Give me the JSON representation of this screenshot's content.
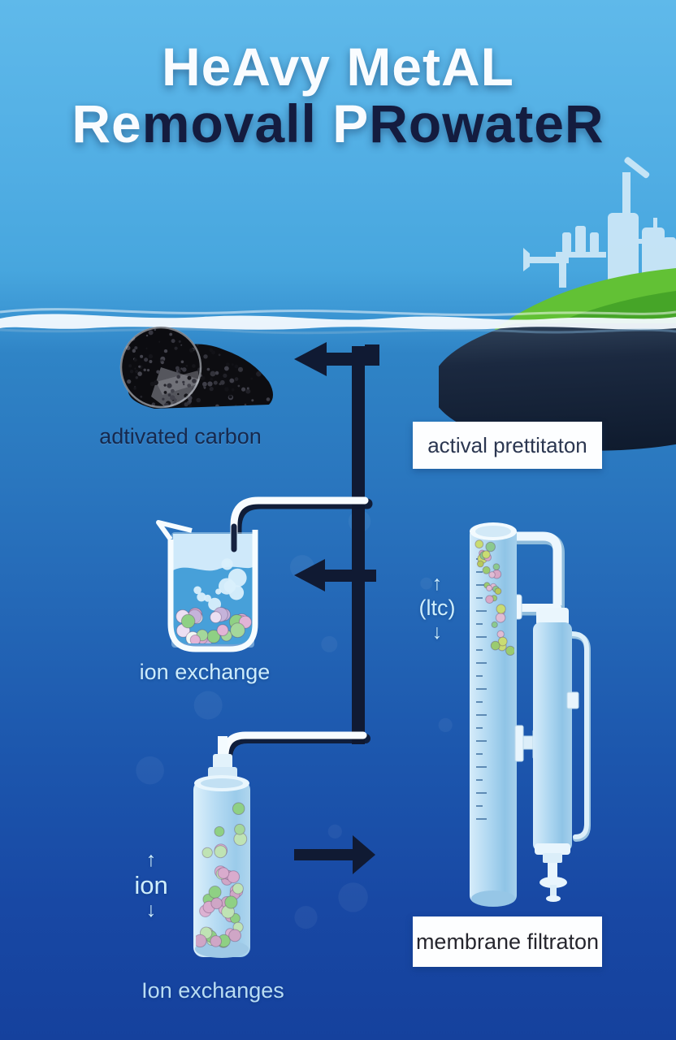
{
  "title": {
    "line1_segments": [
      {
        "text": "HeAvy MetAL",
        "color": "#f9fcff"
      }
    ],
    "line2_segments": [
      {
        "text": "Re",
        "color": "#f9fcff"
      },
      {
        "text": "movall",
        "color": "#141c3f"
      },
      {
        "text": " P",
        "color": "#f9fcff"
      },
      {
        "text": "RowateR",
        "color": "#141c3f"
      }
    ]
  },
  "stages": {
    "activated_carbon_label": "adtivated carbon",
    "precipitation_label": "actival prettitaton",
    "ion_exchange_label": "ion exchange",
    "ion_exchange_column_label": "Ion exchanges",
    "membrane_label": "membrane filtraton"
  },
  "annotations": {
    "ltc": {
      "up": "↑",
      "text": "(ltc)",
      "down": "↓"
    },
    "ion": {
      "up": "↑",
      "text": "ion",
      "down": "↓"
    }
  },
  "icons": {
    "flow_arrow_left_top": "arrow-left",
    "flow_arrow_left_middle": "arrow-left",
    "flow_arrow_right": "arrow-right"
  },
  "colors": {
    "arrow_navy": "#101a33",
    "title_navy": "#141c3f",
    "sky_blue": "#55b3e6",
    "deep_water": "#15419d",
    "pale_text": "#cfeefb",
    "label_box_bg": "#fdfeff",
    "hill_green": "#62c135",
    "bead_green": "#8fd084",
    "bead_pink": "#d9abcd"
  }
}
